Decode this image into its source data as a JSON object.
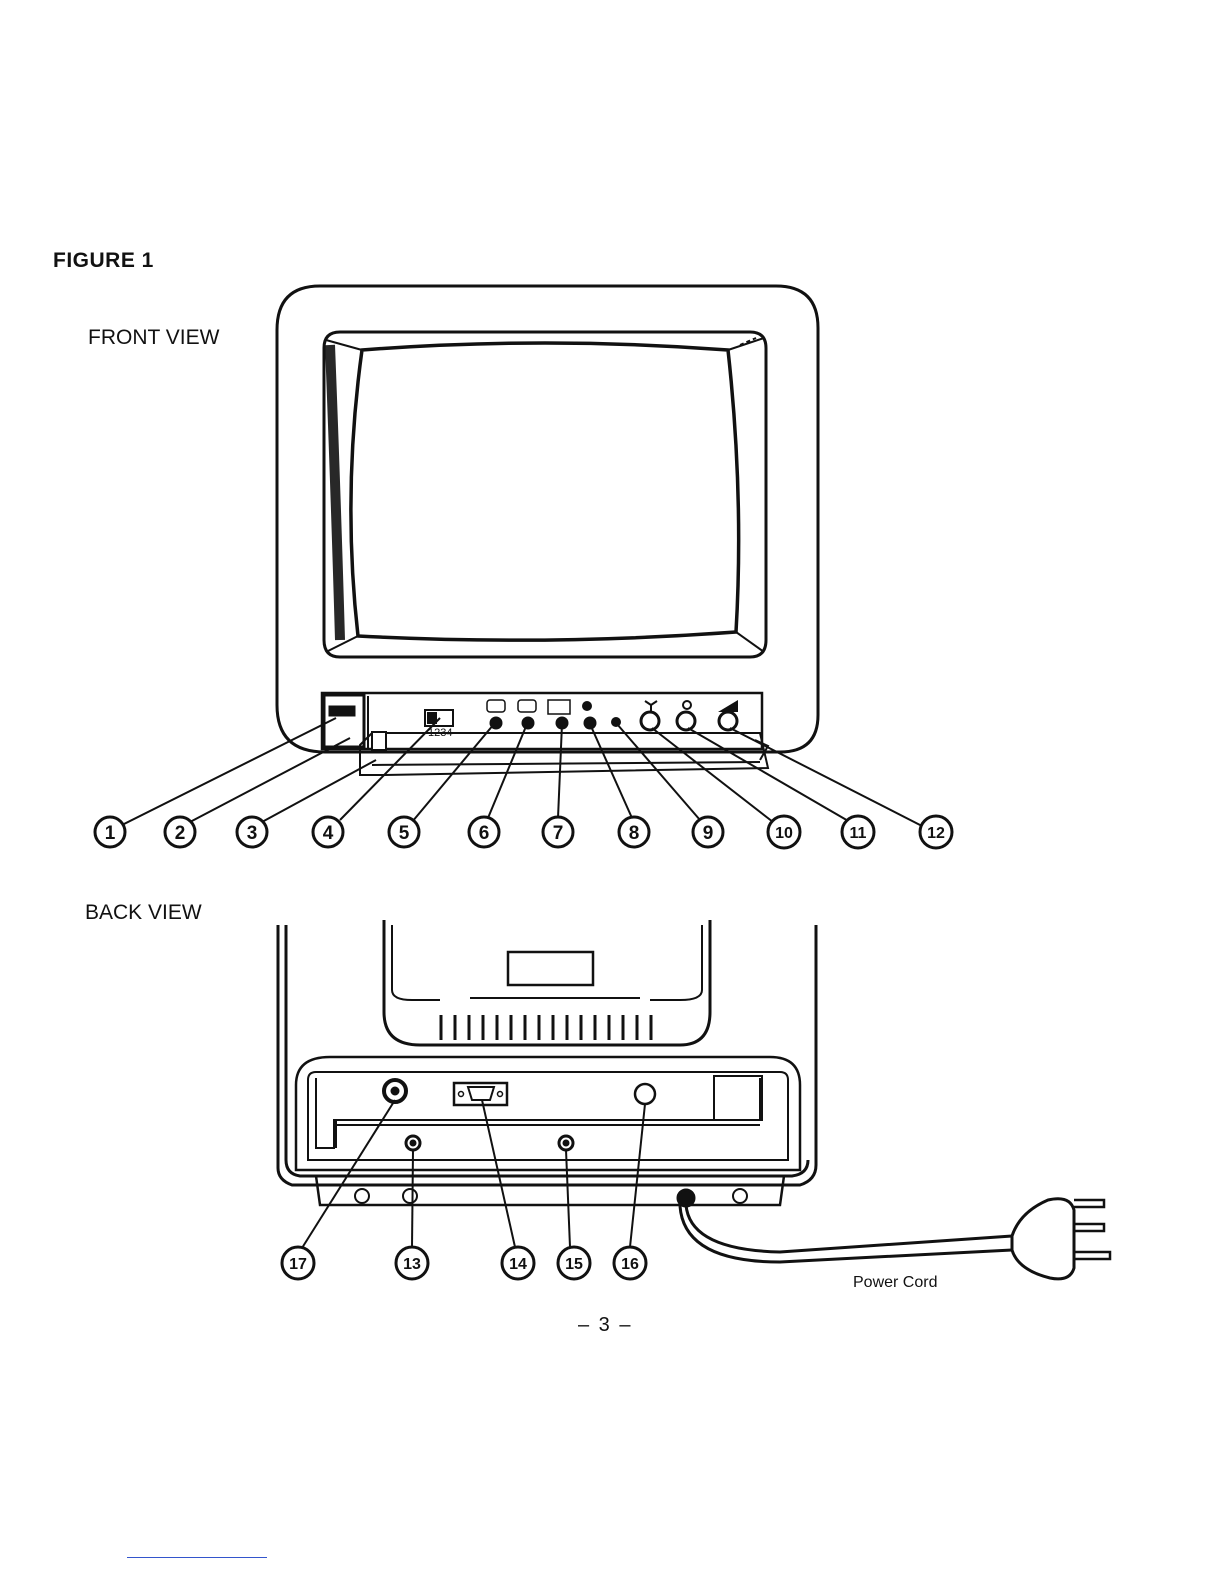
{
  "figure_title": "FIGURE 1",
  "front_view_label": "FRONT VIEW",
  "back_view_label": "BACK VIEW",
  "power_cord_label": "Power Cord",
  "page_number": "– 3 –",
  "switch_label": "1234",
  "front_callouts": [
    "1",
    "2",
    "3",
    "4",
    "5",
    "6",
    "7",
    "8",
    "9",
    "10",
    "11",
    "12"
  ],
  "back_callouts": [
    "17",
    "13",
    "14",
    "15",
    "16"
  ]
}
